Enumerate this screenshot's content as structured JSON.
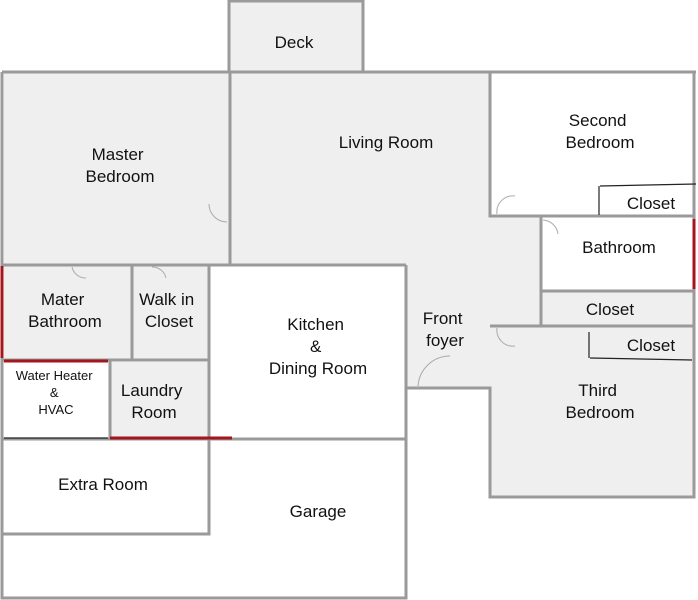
{
  "colors": {
    "floor_gray": "#efefef",
    "floor_white": "#ffffff",
    "wall": "#9a9a9a",
    "accent_wall": "#a3161b"
  },
  "rooms": {
    "deck": "Deck",
    "master_bedroom": [
      "Master",
      "Bedroom"
    ],
    "living_room": "Living Room",
    "second_bedroom": [
      "Second",
      "Bedroom"
    ],
    "closet_second": "Closet",
    "bathroom": "Bathroom",
    "closet_middle": "Closet",
    "closet_third": "Closet",
    "third_bedroom": [
      "Third",
      "Bedroom"
    ],
    "mater_bathroom": [
      "Mater",
      "Bathroom"
    ],
    "walk_in_closet": [
      "Walk in",
      "Closet"
    ],
    "kitchen": [
      "Kitchen",
      "&",
      "Dining Room"
    ],
    "front_foyer": [
      "Front",
      "foyer"
    ],
    "water_heater": [
      "Water Heater",
      "&",
      "HVAC"
    ],
    "laundry": [
      "Laundry",
      "Room"
    ],
    "extra_room": "Extra Room",
    "garage": "Garage"
  }
}
